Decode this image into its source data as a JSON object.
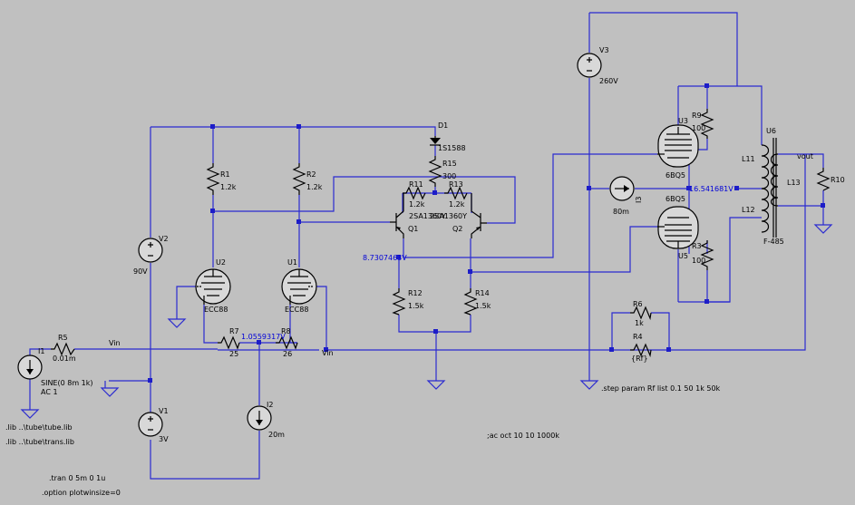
{
  "components": {
    "I1": {
      "name": "I1",
      "value1": "SINE(0 8m 1k)",
      "value2": "AC 1"
    },
    "R5": {
      "name": "R5",
      "value": "0.01m"
    },
    "V1": {
      "name": "V1",
      "value": "3V"
    },
    "V2": {
      "name": "V2",
      "value": "90V"
    },
    "V3": {
      "name": "V3",
      "value": "260V"
    },
    "I2": {
      "name": "I2",
      "value": "20m"
    },
    "I3": {
      "name": "I3",
      "value": "80m"
    },
    "R1": {
      "name": "R1",
      "value": "1.2k"
    },
    "R2": {
      "name": "R2",
      "value": "1.2k"
    },
    "R3": {
      "name": "R3",
      "value": "100"
    },
    "R4": {
      "name": "R4",
      "value": "{Rf}"
    },
    "R6": {
      "name": "R6",
      "value": "1k"
    },
    "R7": {
      "name": "R7",
      "value": "25"
    },
    "R8": {
      "name": "R8",
      "value": "26"
    },
    "R9": {
      "name": "R9",
      "value": "100"
    },
    "R10": {
      "name": "R10"
    },
    "R11": {
      "name": "R11",
      "value": "1.2k"
    },
    "R12": {
      "name": "R12",
      "value": "1.5k"
    },
    "R13": {
      "name": "R13",
      "value": "1.2k"
    },
    "R14": {
      "name": "R14",
      "value": "1.5k"
    },
    "R15": {
      "name": "R15",
      "value": "300"
    },
    "D1": {
      "name": "D1",
      "value": "1S1588"
    },
    "Q1": {
      "name": "Q1",
      "value": "2SA1360Y"
    },
    "Q2": {
      "name": "Q2",
      "value": "2SA1360Y"
    },
    "U1": {
      "name": "U1",
      "value": "ECC88"
    },
    "U2": {
      "name": "U2",
      "value": "ECC88"
    },
    "U3": {
      "name": "U3",
      "value": "6BQ5"
    },
    "U5": {
      "name": "U5",
      "value": "6BQ5"
    },
    "U6": {
      "name": "U6",
      "value": "F-485"
    },
    "L11": {
      "name": "L11"
    },
    "L12": {
      "name": "L12"
    },
    "L13": {
      "name": "L13"
    }
  },
  "nets": {
    "vin1": "Vin",
    "vin2": "Vin",
    "vout": "vout"
  },
  "probes": {
    "p1": "1.0559317V",
    "p2": "8.7307463V",
    "p3": "16.541681V"
  },
  "directives": {
    "lib1": ".lib ..\\tube\\tube.lib",
    "lib2": ".lib ..\\tube\\trans.lib",
    "tran": ".tran 0 5m 0 1u",
    "option": ".option plotwinsize=0",
    "step": ".step param Rf list 0.1 50 1k 50k",
    "ac": ";ac oct 10 10 1000k"
  },
  "colors": {
    "background": "#c0c0c0",
    "wire": "#2b2bd0",
    "symbol": "#000000",
    "probe": "#0000d8"
  }
}
